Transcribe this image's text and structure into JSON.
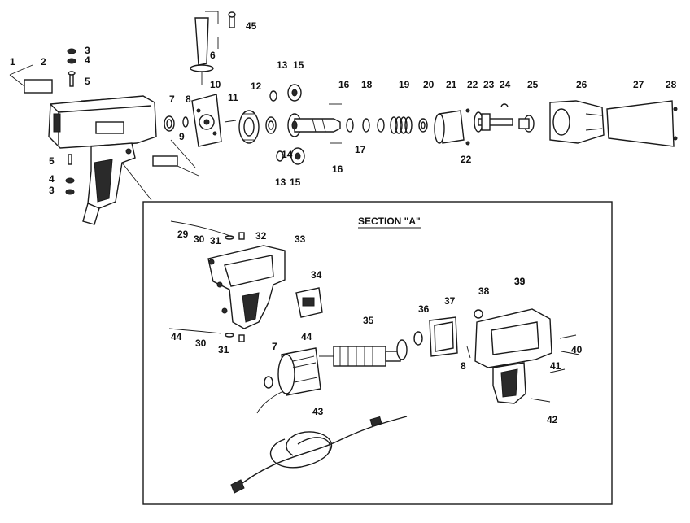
{
  "section_title": "SECTION \"A\"",
  "part_numbers": [
    "1",
    "2",
    "3",
    "4",
    "5",
    "6",
    "7",
    "8",
    "9",
    "10",
    "11",
    "12",
    "13",
    "14",
    "15",
    "16",
    "17",
    "18",
    "19",
    "20",
    "21",
    "22",
    "23",
    "24",
    "25",
    "26",
    "27",
    "28",
    "29",
    "30",
    "31",
    "32",
    "33",
    "34",
    "35",
    "36",
    "37",
    "38",
    "39",
    "40",
    "41",
    "42",
    "43",
    "44",
    "45"
  ]
}
